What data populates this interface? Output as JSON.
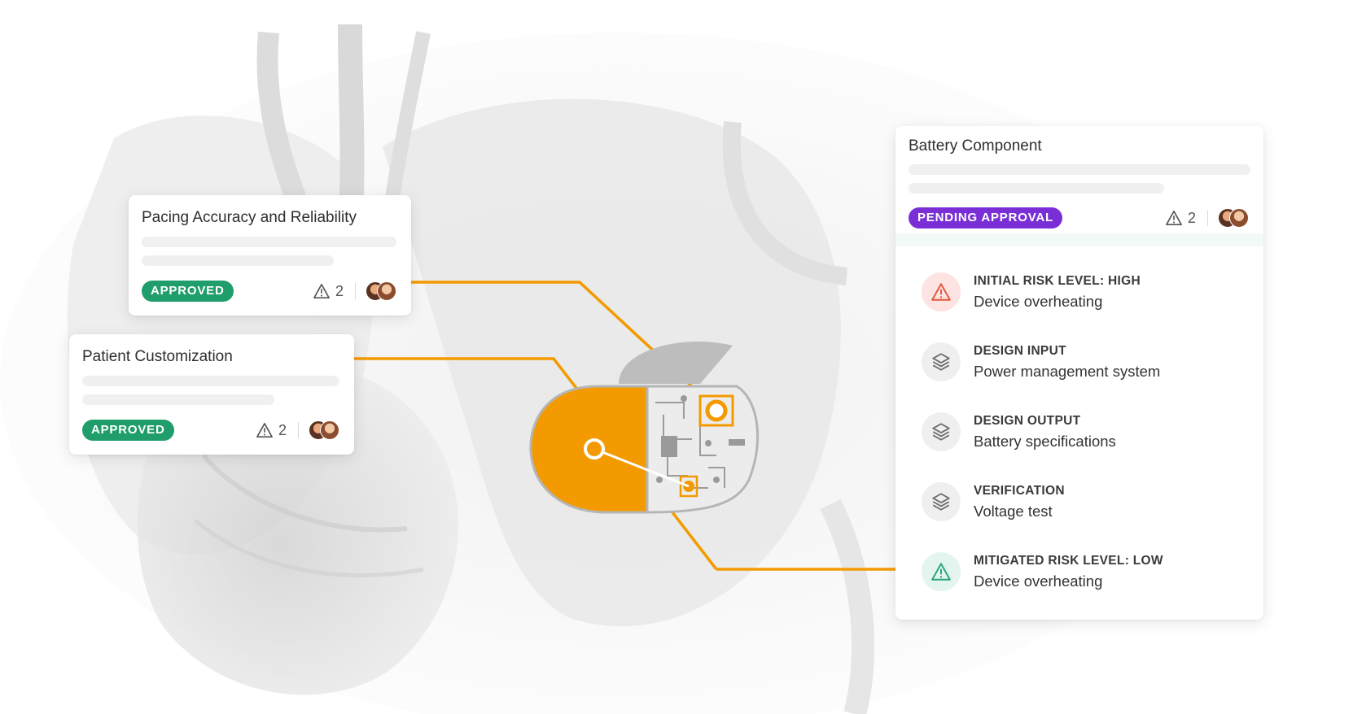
{
  "cards": [
    {
      "title": "Pacing Accuracy and Reliability",
      "status": "APPROVED",
      "warning_count": "2"
    },
    {
      "title": "Patient Customization",
      "status": "APPROVED",
      "warning_count": "2"
    }
  ],
  "battery_panel": {
    "title": "Battery Component",
    "status": "PENDING APPROVAL",
    "warning_count": "2",
    "items": [
      {
        "label": "INITIAL RISK LEVEL: HIGH",
        "value": "Device overheating",
        "icon": "warning-icon",
        "tone": "danger"
      },
      {
        "label": "DESIGN INPUT",
        "value": "Power management system",
        "icon": "layers-icon",
        "tone": "neutral"
      },
      {
        "label": "DESIGN OUTPUT",
        "value": "Battery specifications",
        "icon": "layers-icon",
        "tone": "neutral"
      },
      {
        "label": "VERIFICATION",
        "value": "Voltage test",
        "icon": "layers-icon",
        "tone": "neutral"
      },
      {
        "label": "MITIGATED RISK LEVEL: LOW",
        "value": "Device overheating",
        "icon": "warning-icon",
        "tone": "success"
      }
    ]
  },
  "colors": {
    "accent_orange": "#f39a00",
    "approved_green": "#1f9d6b",
    "pending_purple": "#7a2fd6",
    "danger_bg": "#fde3e1",
    "danger_icon": "#e0593f",
    "success_bg": "#e3f5ee",
    "success_icon": "#2aa57a",
    "neutral_bg": "#efefef",
    "neutral_icon": "#6d6d6d"
  }
}
